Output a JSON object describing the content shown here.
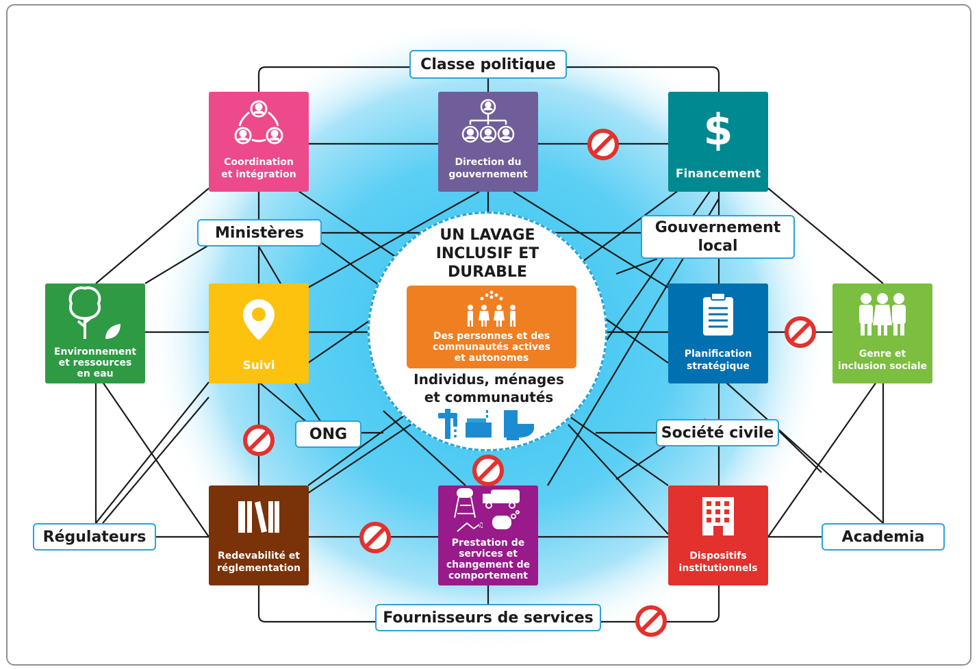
{
  "center": {
    "title": "UN LAVAGE\nINCLUSIF ET\nDURABLE",
    "box_label": "Des personnes et des\ncommunautés actives\net autonomes",
    "box_icon": "people-group-icon",
    "subtitle": "Individus, ménages\net communautés",
    "icons": [
      "water-tap-icon",
      "handwashing-icon",
      "toilet-icon"
    ],
    "box_color": "#f07f22"
  },
  "tiles": {
    "coordination": {
      "label": "Coordination\net intégration",
      "icon": "people-cycle-icon",
      "color": "#ec4a8b"
    },
    "direction": {
      "label": "Direction du\ngouvernement",
      "icon": "org-chart-icon",
      "color": "#6f5e99"
    },
    "financement": {
      "label": "Financement",
      "icon": "dollar-icon",
      "color": "#008990"
    },
    "environnement": {
      "label": "Environnement\net ressources\nen eau",
      "icon": "tree-leaf-icon",
      "color": "#2e9a44"
    },
    "suivi": {
      "label": "Suivi",
      "icon": "map-pin-icon",
      "color": "#fdc20d"
    },
    "planification": {
      "label": "Planification\nstratégique",
      "icon": "clipboard-icon",
      "color": "#0070b0"
    },
    "genre": {
      "label": "Genre et\ninclusion sociale",
      "icon": "family-icon",
      "color": "#7bbe40"
    },
    "redevabilite": {
      "label": "Redevabilité et\nréglementation",
      "icon": "books-icon",
      "color": "#7a3208"
    },
    "prestation": {
      "label": "Prestation de\nservices et\nchangement de\ncomportement",
      "icon": "services-icon",
      "color": "#981a8b"
    },
    "dispositifs": {
      "label": "Dispositifs\ninstitutionnels",
      "icon": "building-icon",
      "color": "#e3312d"
    }
  },
  "tags": {
    "classe_politique": "Classe politique",
    "ministeres": "Ministères",
    "gouvernement_local": "Gouvernement\nlocal",
    "ong": "ONG",
    "societe_civile": "Société civile",
    "regulateurs": "Régulateurs",
    "academia": "Academia",
    "fournisseurs": "Fournisseurs de services"
  },
  "colors": {
    "accent": "#29a3d6",
    "prohibition": "#e3312d",
    "glow": "#33c2f0",
    "line": "#1b1b1b"
  },
  "prohibition_icons": [
    "no-entry-icon"
  ]
}
